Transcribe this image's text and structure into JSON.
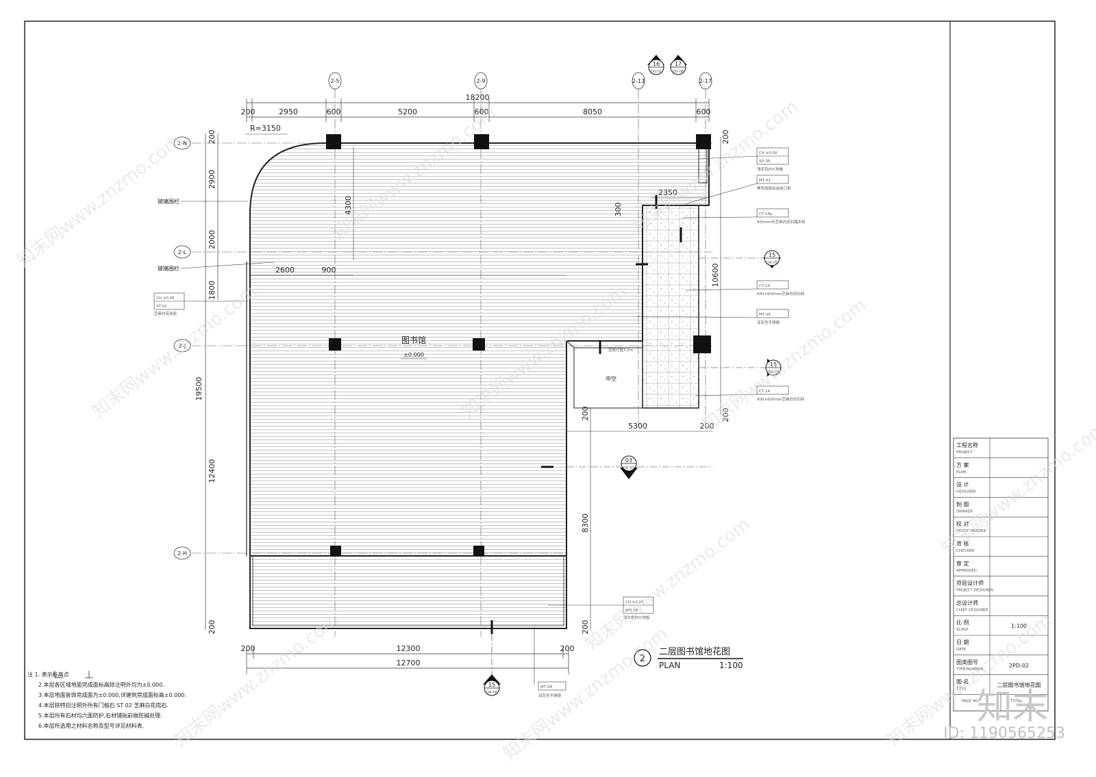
{
  "grid_labels": {
    "top": [
      "2-5",
      "2-9",
      "2-13",
      "2-17"
    ],
    "left": [
      "2-N",
      "2-L",
      "2-J",
      "2-H"
    ]
  },
  "section_marks": {
    "s16": {
      "num": "16",
      "ref": "D0-01"
    },
    "s17": {
      "num": "17",
      "ref": "D0-06"
    },
    "s15_right_1": {
      "num": "15",
      "ref": "D6-05"
    },
    "s15_right_2": {
      "num": "15",
      "ref": "D6-05"
    },
    "s03": {
      "num": "03",
      "ref": "D0-03"
    },
    "s15_bottom": {
      "num": "15",
      "ref": "D6-06"
    }
  },
  "dims_top": {
    "total": "18200",
    "segments": [
      "200",
      "2950",
      "600",
      "5200",
      "600",
      "8050",
      "600"
    ]
  },
  "dims_left": {
    "segments": [
      "200",
      "2900",
      "2000",
      "1800"
    ],
    "total": "19500",
    "lower": "12400",
    "bottom": "200"
  },
  "dims_bottom": {
    "inner": [
      "200",
      "12300",
      "200"
    ],
    "total": "12700"
  },
  "dims_misc": {
    "radius": "R=3150",
    "d4300": "4300",
    "d2600": "2600",
    "d900": "900",
    "d2350": "2350",
    "d300": "300",
    "d10600": "10600",
    "d5300": "5300",
    "d200_a": "200",
    "d200_b": "200",
    "d200_c": "200",
    "d8300": "8300",
    "d200_d": "200",
    "d200_top_right": "200"
  },
  "room": {
    "name": "图书馆",
    "level": "±0.000",
    "atrium": "中空",
    "note": "宝丽灯盘2.2m"
  },
  "left_annots": {
    "glass1": "玻璃围栏",
    "glass2": "玻璃围栏",
    "stone_code1": "CH ±0.00",
    "stone_code2": "ST  02",
    "stone_text": "芝麻白花岗岩"
  },
  "right_annots": [
    {
      "code1": "CH ±0.00",
      "code2": "SD  06",
      "text": "浅灰色PVC地板"
    },
    {
      "code1": "MT  02",
      "code2": "",
      "text": "黑色哑铝合金收口条"
    },
    {
      "code1": "CT  14a",
      "code2": "",
      "text": "600mm长芝麻白仿石踏步砖"
    },
    {
      "code1": "CT  14",
      "code2": "",
      "text": "600×600mm芝麻白仿石砖"
    },
    {
      "code1": "MT  04",
      "code2": "",
      "text": "深灰色不锈钢"
    },
    {
      "code1": "CT  14",
      "code2": "",
      "text": "600×600mm芝麻白仿石砖"
    }
  ],
  "bottom_annots": {
    "floor_code1": "CH ±0.00",
    "floor_code2": "WD  06",
    "floor_text": "浅木色PVC地板",
    "steel_code": "MT  04",
    "steel_text": "深灰色不锈钢"
  },
  "plan_title": {
    "number": "2",
    "cn": "二层图书馆地花图",
    "en": "PLAN",
    "scale": "1:100"
  },
  "notes": [
    "注 1.      表示标高点",
    "2.本层各区域地面完成面标高除注明外均为±0.000.",
    "3.本层地面装饰完成面为±0.000,详建筑完成面标高±0.000.",
    "4.本层除特别注明外所有门槛石    ST  02    芝麻白花岗石.",
    "5.本层所有石材均六面防护,石材铺贴前做防碱处理.",
    "6.本层所选用之材料名称及型号详见材料表."
  ],
  "title_block": {
    "rows": [
      {
        "cn": "工程名称",
        "en": "PROJECT",
        "val": ""
      },
      {
        "cn": "方    案",
        "en": "PLAN",
        "val": ""
      },
      {
        "cn": "设    计",
        "en": "DESIGNER",
        "val": ""
      },
      {
        "cn": "制    图",
        "en": "DRAWER",
        "val": ""
      },
      {
        "cn": "校    对",
        "en": "PROOF READER",
        "val": ""
      },
      {
        "cn": "审    核",
        "en": "CHECKER",
        "val": ""
      },
      {
        "cn": "审    定",
        "en": "APPROVED",
        "val": ""
      },
      {
        "cn": "项目设计师",
        "en": "PROJECT DESIGNER",
        "val": ""
      },
      {
        "cn": "总设计师",
        "en": "CHIEF DESIGNER",
        "val": ""
      },
      {
        "cn": "比    例",
        "en": "SCALE",
        "val": "1:100"
      },
      {
        "cn": "日    期",
        "en": "DATE",
        "val": ""
      },
      {
        "cn": "图类图号",
        "en": "TYPE/NUMBER",
        "val": "2PD-02"
      },
      {
        "cn": "图    名",
        "en": "TITLE",
        "val": "二层图书馆地花图"
      }
    ],
    "page_label": "PAGE NO",
    "total_label": "TOTAL"
  },
  "watermark": {
    "text": "www.znzmo.com",
    "brand": "知末网",
    "logo": "知末",
    "id": "ID: 1190565253"
  }
}
